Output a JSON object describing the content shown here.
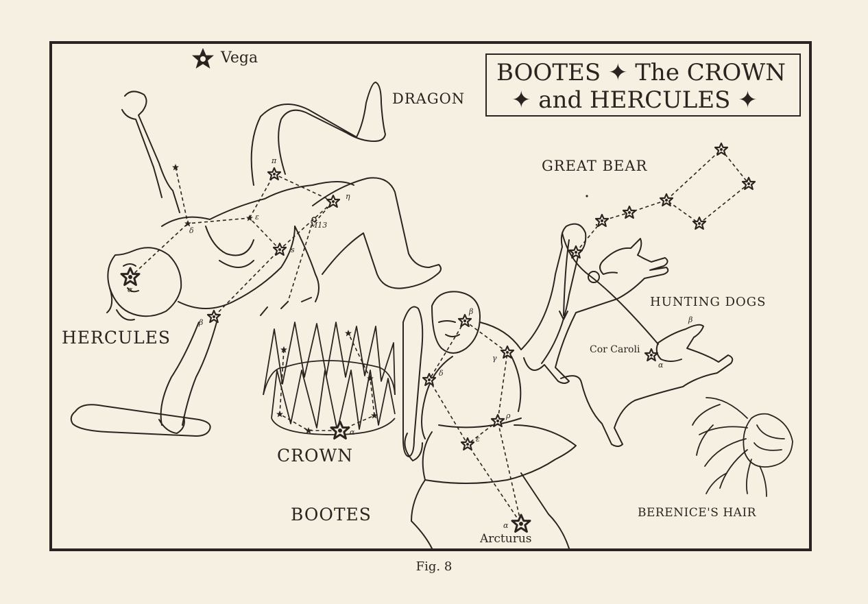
{
  "title": {
    "line1": "BOOTES ✦ The CROWN",
    "line2": "✦ and HERCULES ✦"
  },
  "labels": {
    "vega": "Vega",
    "dragon": "DRAGON",
    "great_bear": "GREAT BEAR",
    "hercules": "HERCULES",
    "crown": "CROWN",
    "bootes": "BOOTES",
    "hunting_dogs": "HUNTING DOGS",
    "cor_caroli": "Cor Caroli",
    "berenices_hair": "BERENICE'S HAIR",
    "arcturus": "Arcturus",
    "m13": "M13"
  },
  "greek": {
    "pi": "π",
    "eta": "η",
    "epsilon": "ε",
    "delta": "δ",
    "zeta": "s",
    "alpha": "α",
    "beta": "β",
    "gamma": "γ",
    "rho": "ρ"
  },
  "caption": "Fig. 8",
  "colors": {
    "paper": "#f5f0e1",
    "ink": "#2a2420"
  }
}
